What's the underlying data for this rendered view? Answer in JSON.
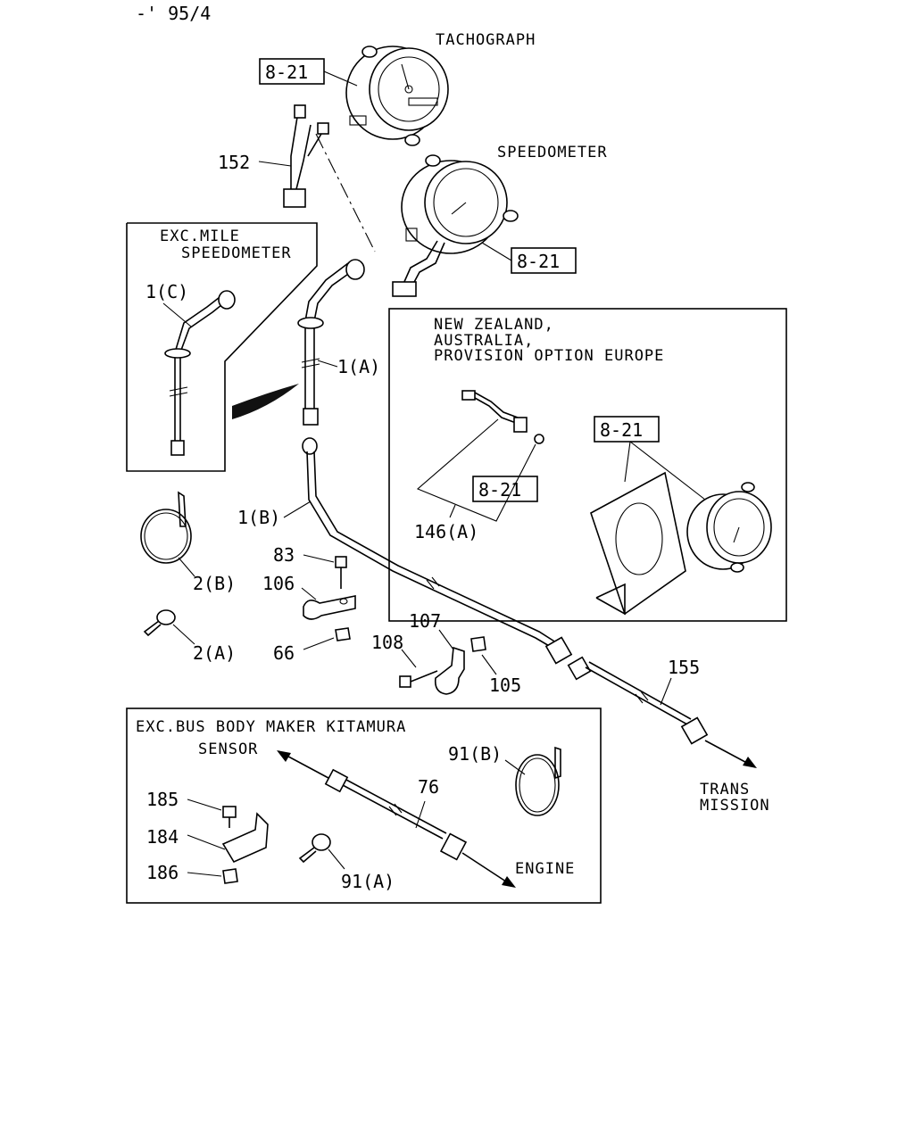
{
  "header": {
    "code": "-' 95/4"
  },
  "titles": {
    "tachograph": "TACHOGRAPH",
    "speedometer": "SPEEDOMETER"
  },
  "boxes": {
    "exc_mile": {
      "line1": "EXC.MILE",
      "line2": "SPEEDOMETER"
    },
    "nz_au": {
      "line1": "NEW ZEALAND,",
      "line2": "AUSTRALIA,",
      "line3": "PROVISION OPTION EUROPE"
    },
    "exc_bus": {
      "title": "EXC.BUS BODY MAKER KITAMURA",
      "sensor": "SENSOR",
      "engine": "ENGINE"
    }
  },
  "refs": {
    "tacho_ref": "8-21",
    "speedo_ref": "8-21",
    "nz_ref_a": "8-21",
    "nz_ref_b": "8-21"
  },
  "callouts": {
    "p152": "152",
    "p1c": "1(C)",
    "p1a": "1(A)",
    "p1b": "1(B)",
    "p2b": "2(B)",
    "p2a": "2(A)",
    "p83": "83",
    "p106": "106",
    "p66": "66",
    "p107": "107",
    "p108": "108",
    "p105": "105",
    "p155": "155",
    "p146a": "146(A)",
    "p185": "185",
    "p184": "184",
    "p186": "186",
    "p76": "76",
    "p91b": "91(B)",
    "p91a": "91(A)"
  },
  "trans": {
    "line1": "TRANS",
    "line2": "MISSION"
  }
}
